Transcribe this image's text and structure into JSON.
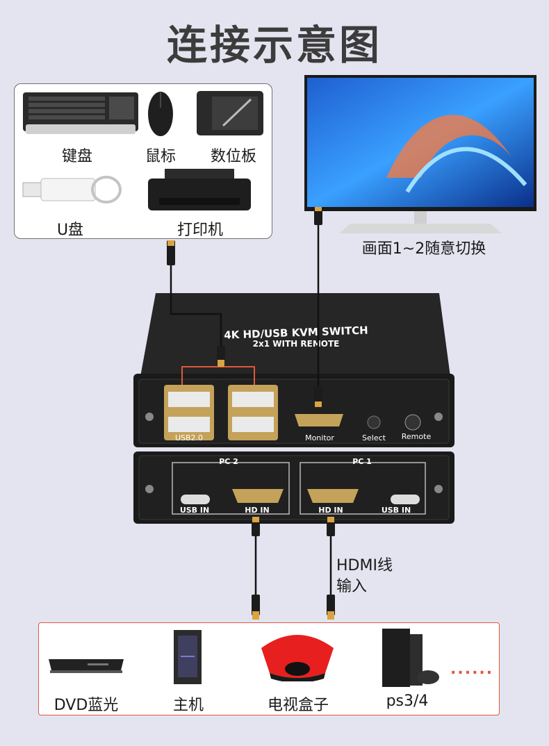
{
  "title": "连接示意图",
  "peripherals": {
    "keyboard": "键盘",
    "mouse": "鼠标",
    "tablet": "数位板",
    "usb_drive": "U盘",
    "printer": "打印机"
  },
  "monitor": {
    "caption": "画面1~2随意切换"
  },
  "kvm": {
    "brand_line1": "4K HD/USB KVM SWITCH",
    "brand_line2": "2x1 WITH REMOTE",
    "usb_label": "USB2.0",
    "monitor_label": "Monitor",
    "select_label": "Select",
    "remote_label": "Remote",
    "pc2_label": "PC 2",
    "pc1_label": "PC 1",
    "usb_in_label": "USB IN",
    "hd_in_label": "HD IN"
  },
  "cable_note": {
    "line1": "HDMI线",
    "line2": "输入"
  },
  "devices": {
    "dvd": "DVD蓝光",
    "host": "主机",
    "tvbox": "电视盒子",
    "ps": "ps3/4",
    "more": "......"
  },
  "colors": {
    "accent_red": "#e2583c",
    "gold": "#d9a441",
    "kvm_body": "#1e1e1e"
  }
}
